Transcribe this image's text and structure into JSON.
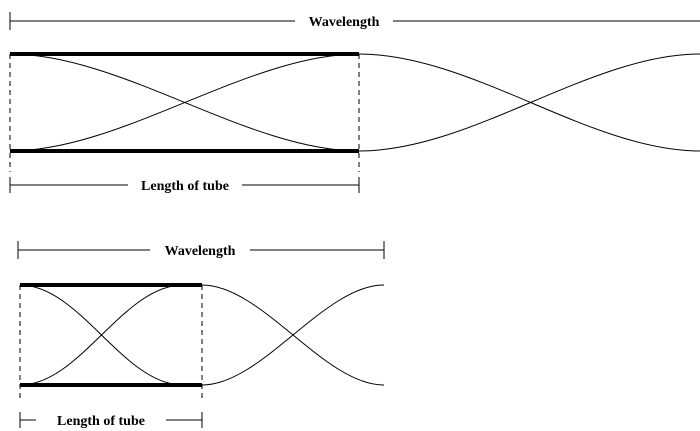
{
  "colors": {
    "background": "#ffffff",
    "line": "#000000"
  },
  "top_figure": {
    "wavelength_label": "Wavelength",
    "tube_length_label": "Length of tube"
  },
  "bottom_figure": {
    "wavelength_label": "Wavelength",
    "tube_length_label": "Length of tube"
  }
}
